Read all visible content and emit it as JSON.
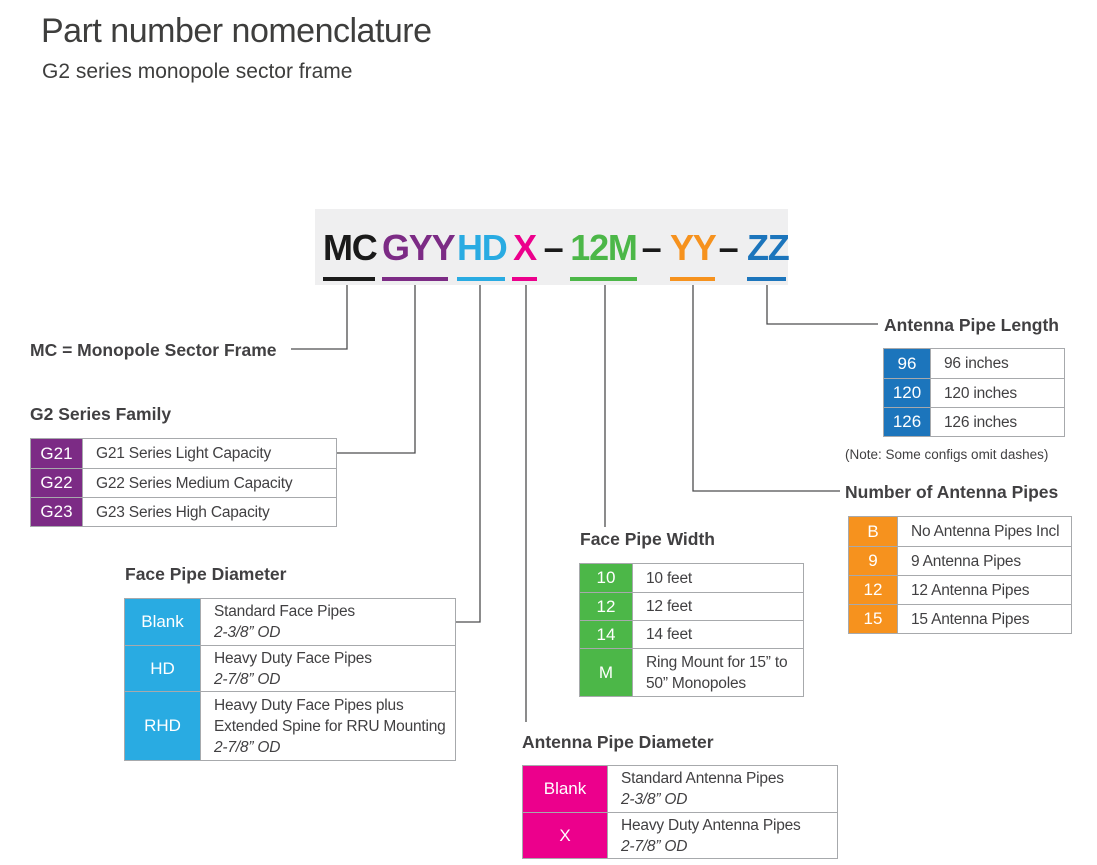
{
  "page": {
    "title": "Part number nomenclature",
    "subtitle": "G2 series monopole sector frame"
  },
  "colors": {
    "black": "#1a1a1a",
    "purple": "#7c2b85",
    "cyan": "#29abe2",
    "magenta": "#ec008c",
    "green": "#4cb748",
    "orange": "#f6921e",
    "blue": "#1c75bc",
    "box_background": "#efeff0",
    "text": "#414042"
  },
  "part_number": {
    "segments": [
      {
        "text": "MC",
        "style": "color:#1a1a1a"
      },
      {
        "text": "GYY",
        "style": "color:#7c2b85"
      },
      {
        "text": "HD",
        "style": "color:#29abe2"
      },
      {
        "text": "X",
        "style": "color:#ec008c"
      },
      {
        "text": "–",
        "style": "color:#1a1a1a"
      },
      {
        "text": "12M",
        "style": "color:#4cb748"
      },
      {
        "text": "–",
        "style": "color:#1a1a1a"
      },
      {
        "text": "YY",
        "style": "color:#f6921e"
      },
      {
        "text": "–",
        "style": "color:#1a1a1a"
      },
      {
        "text": "ZZ",
        "style": "color:#1c75bc"
      }
    ]
  },
  "labels": {
    "mc_meaning": "MC = Monopole Sector Frame"
  },
  "tables": {
    "g2_family": {
      "title": "G2 Series Family",
      "key_color": "#7c2b85",
      "rows": [
        {
          "key": "G21",
          "text": "G21 Series Light Capacity"
        },
        {
          "key": "G22",
          "text": "G22 Series Medium Capacity"
        },
        {
          "key": "G23",
          "text": "G23 Series High Capacity"
        }
      ]
    },
    "face_pipe_diameter": {
      "title": "Face Pipe Diameter",
      "key_color": "#29abe2",
      "rows": [
        {
          "key": "Blank",
          "text": "Standard Face Pipes",
          "sub": "2-3/8” OD"
        },
        {
          "key": "HD",
          "text": "Heavy Duty Face Pipes",
          "sub": "2-7/8” OD"
        },
        {
          "key": "RHD",
          "text": "Heavy Duty Face Pipes plus Extended Spine for RRU Mounting",
          "sub": "2-7/8” OD"
        }
      ]
    },
    "face_pipe_width": {
      "title": "Face Pipe Width",
      "key_color": "#4cb748",
      "rows": [
        {
          "key": "10",
          "text": "10 feet"
        },
        {
          "key": "12",
          "text": "12 feet"
        },
        {
          "key": "14",
          "text": "14 feet"
        },
        {
          "key": "M",
          "text": "Ring Mount for 15” to 50” Monopoles"
        }
      ]
    },
    "antenna_pipe_diameter": {
      "title": "Antenna Pipe Diameter",
      "key_color": "#ec008c",
      "rows": [
        {
          "key": "Blank",
          "text": "Standard Antenna Pipes",
          "sub": "2-3/8” OD"
        },
        {
          "key": "X",
          "text": "Heavy Duty Antenna Pipes",
          "sub": "2-7/8” OD"
        }
      ]
    },
    "antenna_pipes_count": {
      "title": "Number of Antenna Pipes",
      "key_color": "#f6921e",
      "rows": [
        {
          "key": "B",
          "text": "No Antenna Pipes Incl"
        },
        {
          "key": "9",
          "text": "9 Antenna Pipes"
        },
        {
          "key": "12",
          "text": "12 Antenna Pipes"
        },
        {
          "key": "15",
          "text": "15 Antenna Pipes"
        }
      ]
    },
    "antenna_pipe_length": {
      "title": "Antenna Pipe Length",
      "key_color": "#1c75bc",
      "note": "(Note: Some configs omit dashes)",
      "rows": [
        {
          "key": "96",
          "text": "96 inches"
        },
        {
          "key": "120",
          "text": "120 inches"
        },
        {
          "key": "126",
          "text": "126 inches"
        }
      ]
    }
  }
}
